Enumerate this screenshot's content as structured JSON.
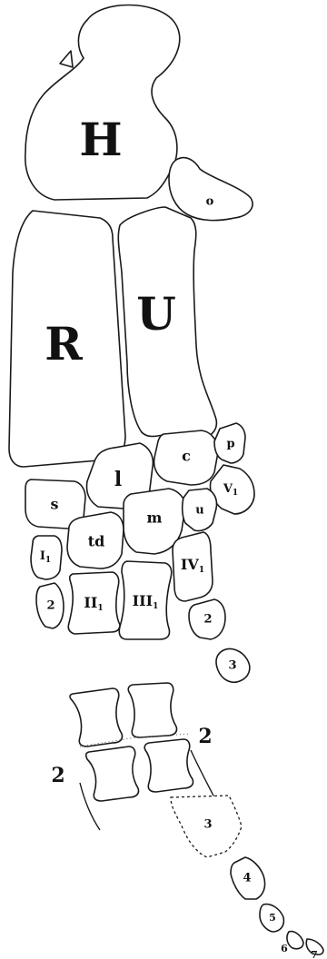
{
  "labels": {
    "H": "H",
    "O": "o",
    "R": "R",
    "U": "U",
    "C": "c",
    "P": "p",
    "V1": "V",
    "V1_sub": "1",
    "L": "l",
    "S": "s",
    "U_small": "u",
    "M": "m",
    "TD": "td",
    "I1": "I",
    "I1_sub": "1",
    "II1": "II",
    "II1_sub": "1",
    "III1": "III",
    "III1_sub": "1",
    "IV1": "IV",
    "IV1_sub": "1",
    "D2_first": "2",
    "D2_iv": "2",
    "D3_iv": "3",
    "D2_left": "2",
    "D2_right": "2",
    "D3_dashed": "3",
    "D4": "4",
    "D5": "5",
    "D6": "6",
    "D7": "7"
  }
}
